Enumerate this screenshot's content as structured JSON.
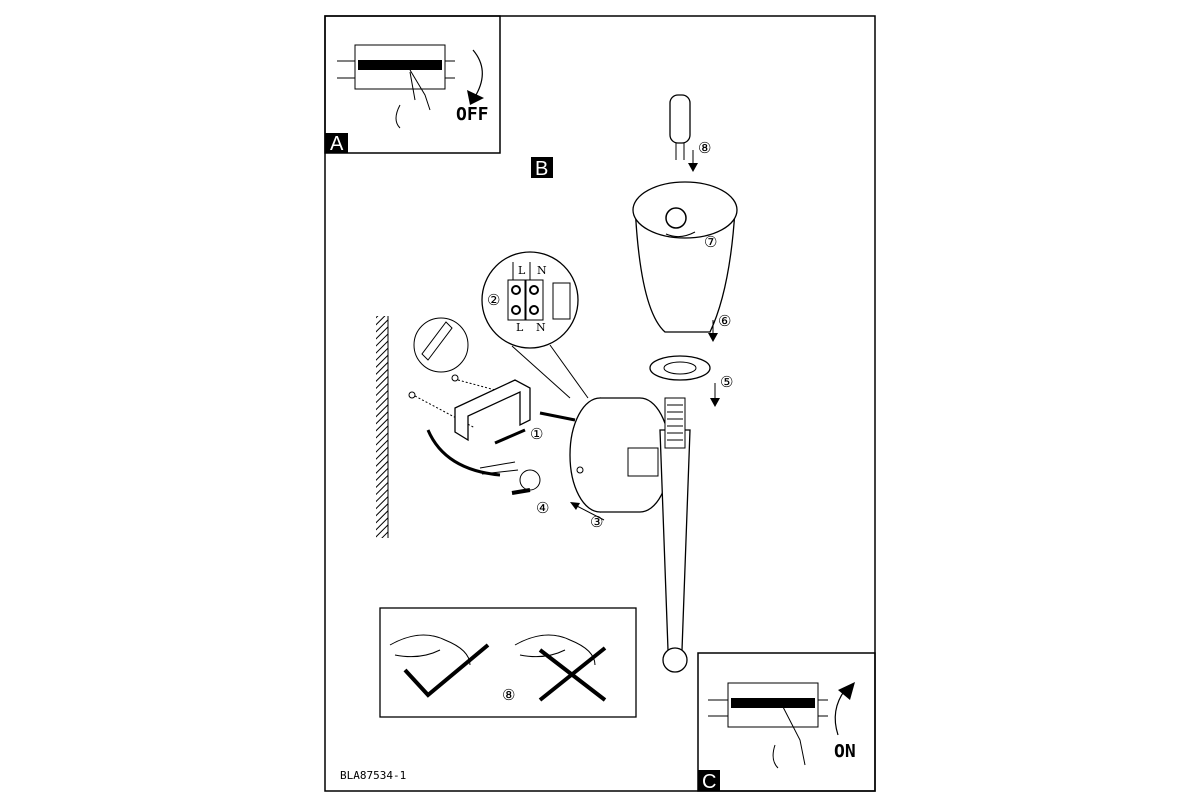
{
  "panels": {
    "a": {
      "label": "A",
      "action": "OFF"
    },
    "b": {
      "label": "B"
    },
    "c": {
      "label": "C",
      "action": "ON"
    }
  },
  "terminal": {
    "live_top": "L",
    "neutral_top": "N",
    "live_bottom": "L",
    "neutral_bottom": "N"
  },
  "steps": {
    "s1": "①",
    "s2": "②",
    "s3": "③",
    "s4": "④",
    "s5": "⑤",
    "s6": "⑥",
    "s7": "⑦",
    "s8": "⑧",
    "s8_warning": "⑧"
  },
  "document_code": "BLA87534-1"
}
